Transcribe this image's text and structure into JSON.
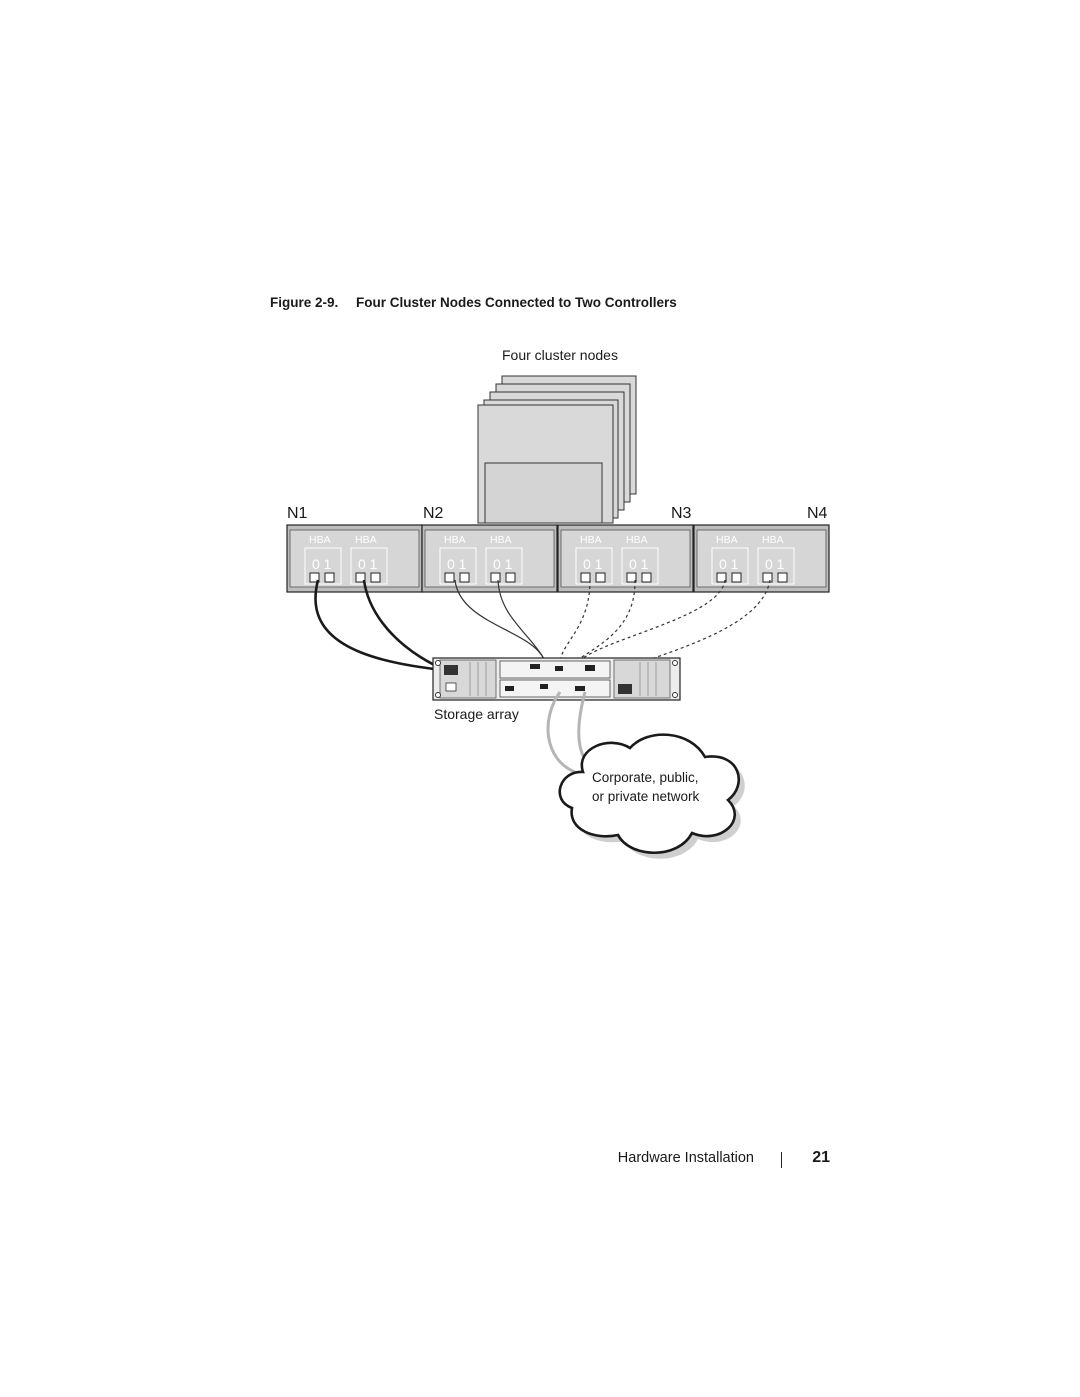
{
  "figure": {
    "label": "Figure 2-9.",
    "title": "Four Cluster Nodes Connected to Two Controllers",
    "cluster_label": "Four cluster nodes",
    "storage_label": "Storage array",
    "network_label_line1": "Corporate, public,",
    "network_label_line2": "or private network",
    "nodes": [
      {
        "name": "N1",
        "hba": [
          "HBA",
          "HBA"
        ],
        "ports": [
          "0 1",
          "0 1"
        ],
        "cable": "solid"
      },
      {
        "name": "N2",
        "hba": [
          "HBA",
          "HBA"
        ],
        "ports": [
          "0 1",
          "0 1"
        ],
        "cable": "solid-thin"
      },
      {
        "name": "N3",
        "hba": [
          "HBA",
          "HBA"
        ],
        "ports": [
          "0 1",
          "0 1"
        ],
        "cable": "dashed"
      },
      {
        "name": "N4",
        "hba": [
          "HBA",
          "HBA"
        ],
        "ports": [
          "0 1",
          "0 1"
        ],
        "cable": "dashed"
      }
    ]
  },
  "footer": {
    "section": "Hardware Installation",
    "page": "21"
  }
}
